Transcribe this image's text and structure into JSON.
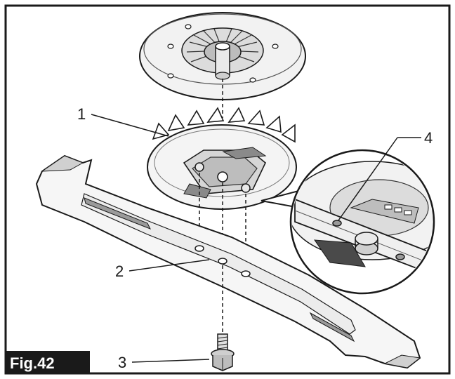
{
  "figure": {
    "label": "Fig.42",
    "callouts": [
      "1",
      "2",
      "3",
      "4"
    ],
    "colors": {
      "ink": "#1a1a1a",
      "paper": "#ffffff",
      "light_gray": "#e9e9e9",
      "mid_gray": "#cfcfcf",
      "dark_gray": "#8a8a8a",
      "label_bg": "#1a1a1a"
    }
  }
}
